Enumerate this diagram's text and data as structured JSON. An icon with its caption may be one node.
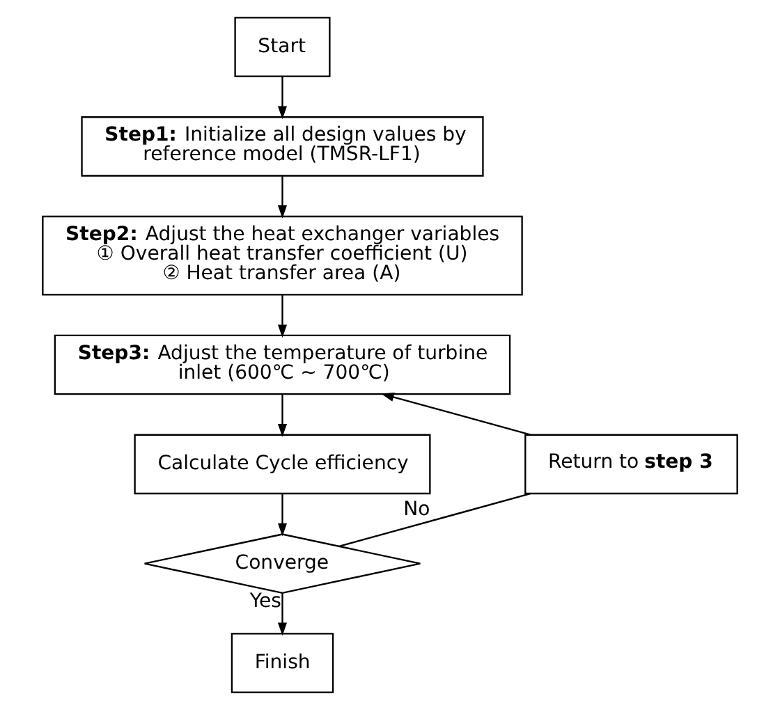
{
  "diagram": {
    "nodes": [
      {
        "text": [
          "Start"
        ]
      },
      {
        "text": [
          "**Step1:** Initialize all design values by reference model (TMSR-LF1)"
        ]
      },
      {
        "text": [
          "**Step2:** Adjust the heat exchanger variables",
          "① Overall heat transfer coefficient (U)",
          "② Heat transfer area (A)"
        ]
      },
      {
        "text": [
          "**Step3:** Adjust the temperature of turbine inlet (600℃ ~ 700℃)"
        ]
      },
      {
        "text": [
          "Calculate Cycle efficiency"
        ]
      },
      {
        "text": [
          "Converge"
        ]
      },
      {
        "text": [
          "Finish"
        ]
      },
      {
        "text": [
          "Return to **step 3**"
        ]
      }
    ],
    "edges": [
      {
        "from": 0,
        "to": 1,
        "arrow": "to"
      },
      {
        "from": 1,
        "to": 2,
        "arrow": "to"
      },
      {
        "from": 2,
        "to": 3,
        "arrow": "to"
      },
      {
        "from": 3,
        "to": 4,
        "arrow": "to"
      },
      {
        "from": 4,
        "to": 5,
        "arrow": "to"
      },
      {
        "from": 5,
        "to": 6,
        "label": "Yes",
        "arrow": "to"
      },
      {
        "from": 5,
        "to": 7,
        "label": "No",
        "arrow": "none"
      },
      {
        "from": 7,
        "to": 3,
        "arrow": "to"
      }
    ]
  }
}
